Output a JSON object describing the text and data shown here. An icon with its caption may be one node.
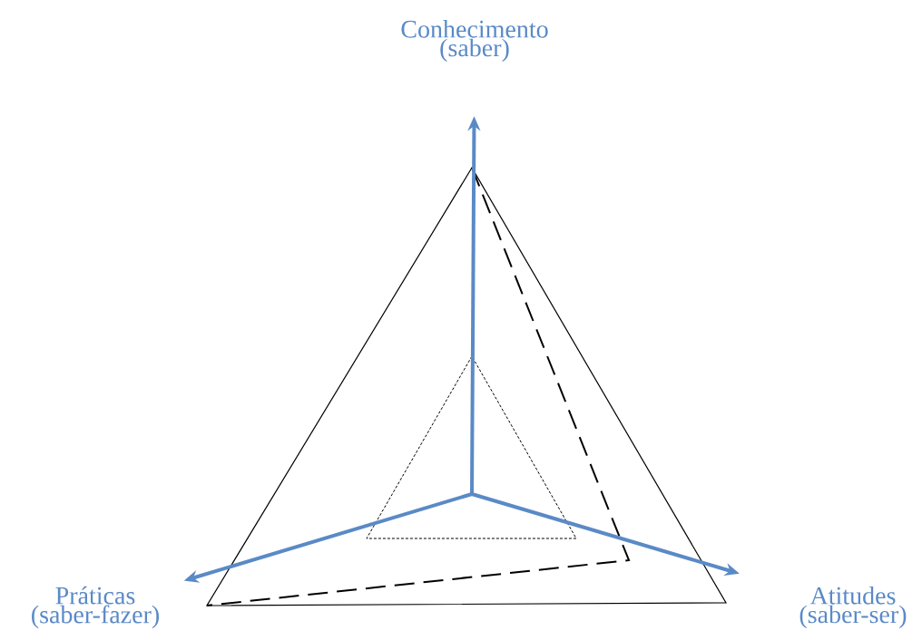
{
  "diagram": {
    "nodes": [
      {
        "text": [
          "Conhecimento (saber)"
        ]
      },
      {
        "text": [
          "Práticas (saber-fazer)"
        ]
      },
      {
        "text": [
          "Atitudes (saber-ser)"
        ]
      }
    ],
    "edges": [
      {
        "from": null,
        "to": 0,
        "arrow": "to"
      },
      {
        "from": null,
        "to": 1,
        "arrow": "to"
      },
      {
        "from": null,
        "to": 2,
        "arrow": "to"
      }
    ]
  }
}
